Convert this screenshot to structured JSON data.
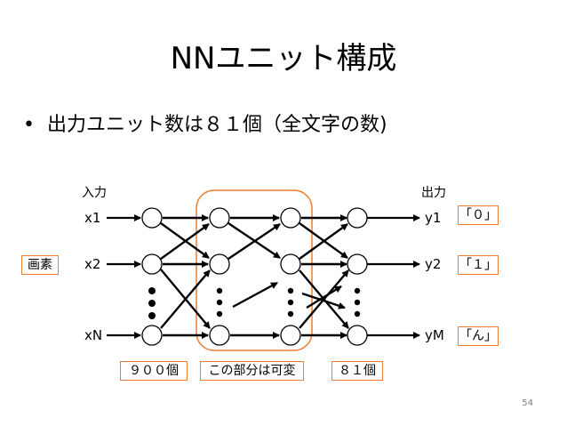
{
  "title": "NNユニット構成",
  "bullet": {
    "symbol": "•",
    "text": "出力ユニット数は８１個（全文字の数)"
  },
  "diagram": {
    "input_header": "入力",
    "output_header": "出力",
    "inputs": [
      "x1",
      "x2",
      "xN"
    ],
    "outputs": [
      "y1",
      "y2",
      "yM"
    ],
    "callouts": {
      "pixel": "画素",
      "out0": "「０」",
      "out1": "「１」",
      "outn": "「ん」",
      "count900": "９００個",
      "variable": "この部分は可変",
      "count81": "８１個"
    }
  },
  "accent_color": "#ed7d31",
  "page_number": "54"
}
